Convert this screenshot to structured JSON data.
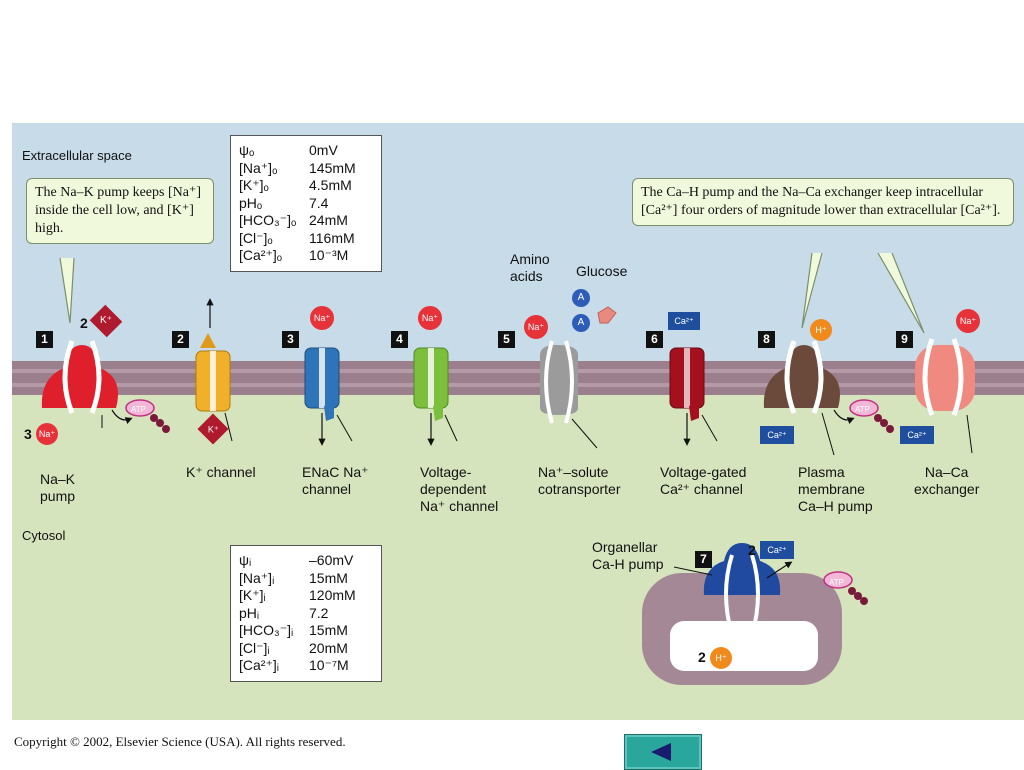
{
  "regions": {
    "extracellular": "Extracellular space",
    "cytosol": "Cytosol"
  },
  "callouts": {
    "nak": "The Na–K pump keeps [Na⁺] inside the cell low, and [K⁺] high.",
    "ca": "The Ca–H pump and the Na–Ca exchanger keep intracellular [Ca²⁺] four orders of magnitude lower than extracellular [Ca²⁺]."
  },
  "outside_conc": [
    [
      "ψₒ",
      "0mV"
    ],
    [
      "[Na⁺]ₒ",
      "145mM"
    ],
    [
      "[K⁺]ₒ",
      "4.5mM"
    ],
    [
      "pHₒ",
      "7.4"
    ],
    [
      "[HCO₃⁻]ₒ",
      "24mM"
    ],
    [
      "[Cl⁻]ₒ",
      "116mM"
    ],
    [
      "[Ca²⁺]ₒ",
      "10⁻³M"
    ]
  ],
  "inside_conc": [
    [
      "ψᵢ",
      "–60mV"
    ],
    [
      "[Na⁺]ᵢ",
      "15mM"
    ],
    [
      "[K⁺]ᵢ",
      "120mM"
    ],
    [
      "pHᵢ",
      "7.2"
    ],
    [
      "[HCO₃⁻]ᵢ",
      "15mM"
    ],
    [
      "[Cl⁻]ᵢ",
      "20mM"
    ],
    [
      "[Ca²⁺]ᵢ",
      "10⁻⁷M"
    ]
  ],
  "numbers": [
    "1",
    "2",
    "3",
    "4",
    "5",
    "6",
    "7",
    "8",
    "9"
  ],
  "labels": {
    "t1": "Na–K\npump",
    "t2": "K⁺ channel",
    "t3": "ENaC Na⁺\nchannel",
    "t4": "Voltage-\ndependent\nNa⁺ channel",
    "t5": "Na⁺–solute\ncotransporter",
    "t6": "Voltage-gated\nCa²⁺ channel",
    "t7": "Organellar\nCa-H pump",
    "t8": "Plasma\nmembrane\nCa–H pump",
    "t9": "Na–Ca\nexchanger",
    "amino": "Amino\nacids",
    "glucose": "Glucose",
    "stoich_k": "2",
    "stoich_na": "3",
    "stoich_ca7": "2",
    "stoich_h7": "2"
  },
  "ions": {
    "k": "K⁺",
    "na": "Na⁺",
    "ca": "Ca²⁺",
    "h": "H⁺",
    "atp": "ATP",
    "amino": "A"
  },
  "copyright": "Copyright © 2002, Elsevier Science (USA).  All rights reserved.",
  "colors": {
    "extracellular": "#c7dbe9",
    "cytosol": "#d6e4bd",
    "membrane": "#9c7f8c",
    "na_ion": "#e8323a",
    "k_ion": "#b01a2e",
    "ca_box": "#1f4e9e",
    "h_ion": "#f08a1c",
    "pump1": "#e01f2c",
    "kchannel": "#f0b02a",
    "enac": "#2d74b8",
    "nachan": "#7cbf3c",
    "cotrans": "#9b9b9b",
    "cachan": "#a5101e",
    "pump8": "#6b4a3c",
    "exch9": "#f08a80",
    "pump7": "#1f4aa0",
    "back_button": "#2aa79c"
  }
}
